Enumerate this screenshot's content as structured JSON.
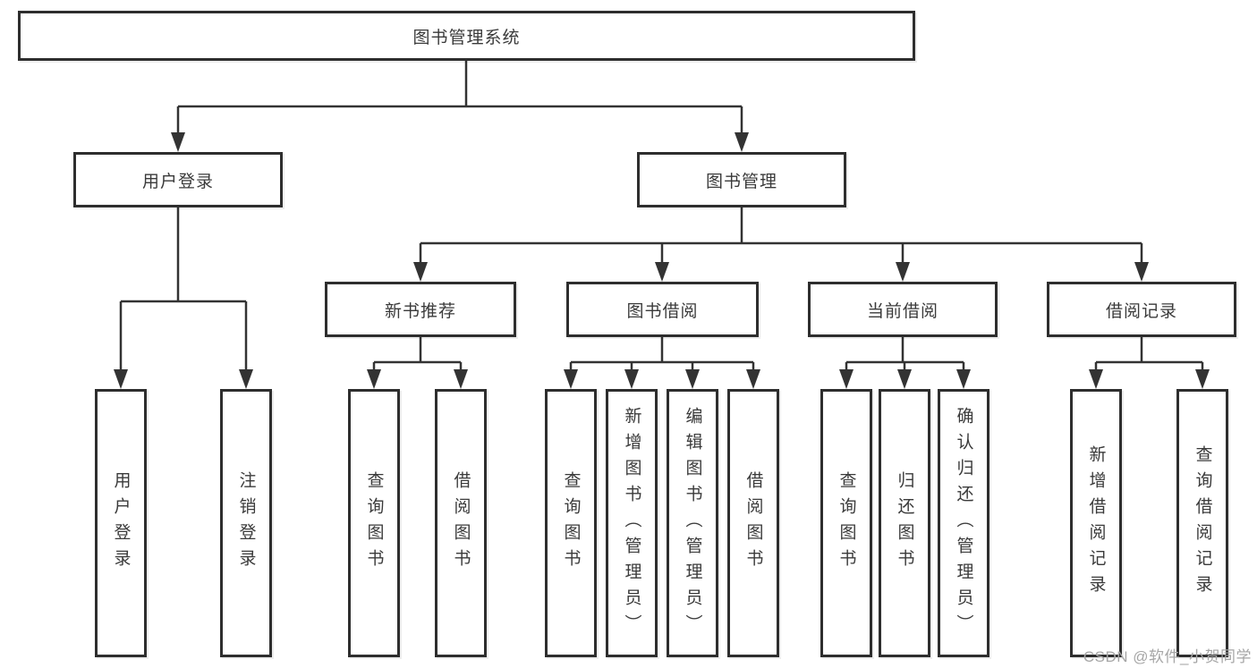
{
  "root": {
    "label": "图书管理系统"
  },
  "branches": {
    "user": {
      "label": "用户登录",
      "leaves": [
        "用户登录",
        "注销登录"
      ]
    },
    "book": {
      "label": "图书管理"
    }
  },
  "groups": [
    {
      "label": "新书推荐",
      "leaves": [
        "查询图书",
        "借阅图书"
      ]
    },
    {
      "label": "图书借阅",
      "leaves": [
        "查询图书",
        "新增图书（管理员）",
        "编辑图书（管理员）",
        "借阅图书"
      ]
    },
    {
      "label": "当前借阅",
      "leaves": [
        "查询图书",
        "归还图书",
        "确认归还（管理员）"
      ]
    },
    {
      "label": "借阅记录",
      "leaves": [
        "新增借阅记录",
        "查询借阅记录"
      ]
    }
  ],
  "watermark": {
    "text": "CSDN @软件_小贺同学"
  },
  "colors": {
    "line": "#333333",
    "border": "#2e2e2e",
    "text": "#3a3a3a",
    "background": "#ffffff",
    "watermark": "#a6a6a6"
  }
}
